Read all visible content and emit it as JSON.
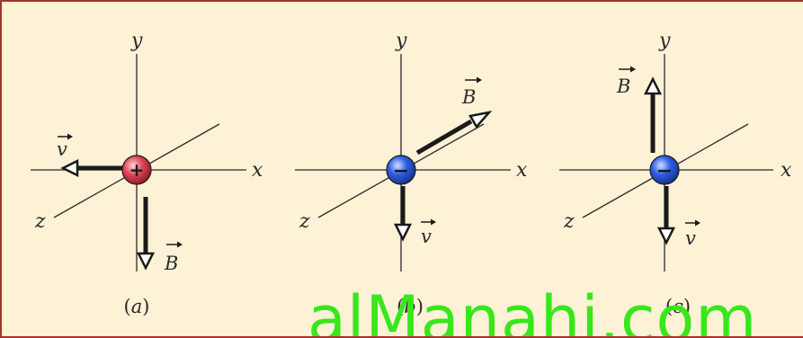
{
  "panels": [
    {
      "axis_labels": {
        "x": "x",
        "y": "y",
        "z": "z"
      },
      "charge_sign": "+",
      "charge_color": "#e0485a",
      "vectors": [
        {
          "label": "v",
          "direction": "-x"
        },
        {
          "label": "B",
          "direction": "-y"
        }
      ],
      "caption_open": "(",
      "caption_letter": "a",
      "caption_close": ")"
    },
    {
      "axis_labels": {
        "x": "x",
        "y": "y",
        "z": "z"
      },
      "charge_sign": "−",
      "charge_color": "#2f5fe6",
      "vectors": [
        {
          "label": "B",
          "direction": "-z (into page)"
        },
        {
          "label": "v",
          "direction": "-y"
        }
      ],
      "caption_open": "(",
      "caption_letter": "b",
      "caption_close": ")"
    },
    {
      "axis_labels": {
        "x": "x",
        "y": "y",
        "z": "z"
      },
      "charge_sign": "−",
      "charge_color": "#2f5fe6",
      "vectors": [
        {
          "label": "B",
          "direction": "+y"
        },
        {
          "label": "v",
          "direction": "-y"
        }
      ],
      "caption_open": "(",
      "caption_letter": "c",
      "caption_close": ")"
    }
  ],
  "watermark": "alManahj.com",
  "colors": {
    "background": "#fdf1d6",
    "border": "#a8322c",
    "watermark": "#39e61c"
  }
}
